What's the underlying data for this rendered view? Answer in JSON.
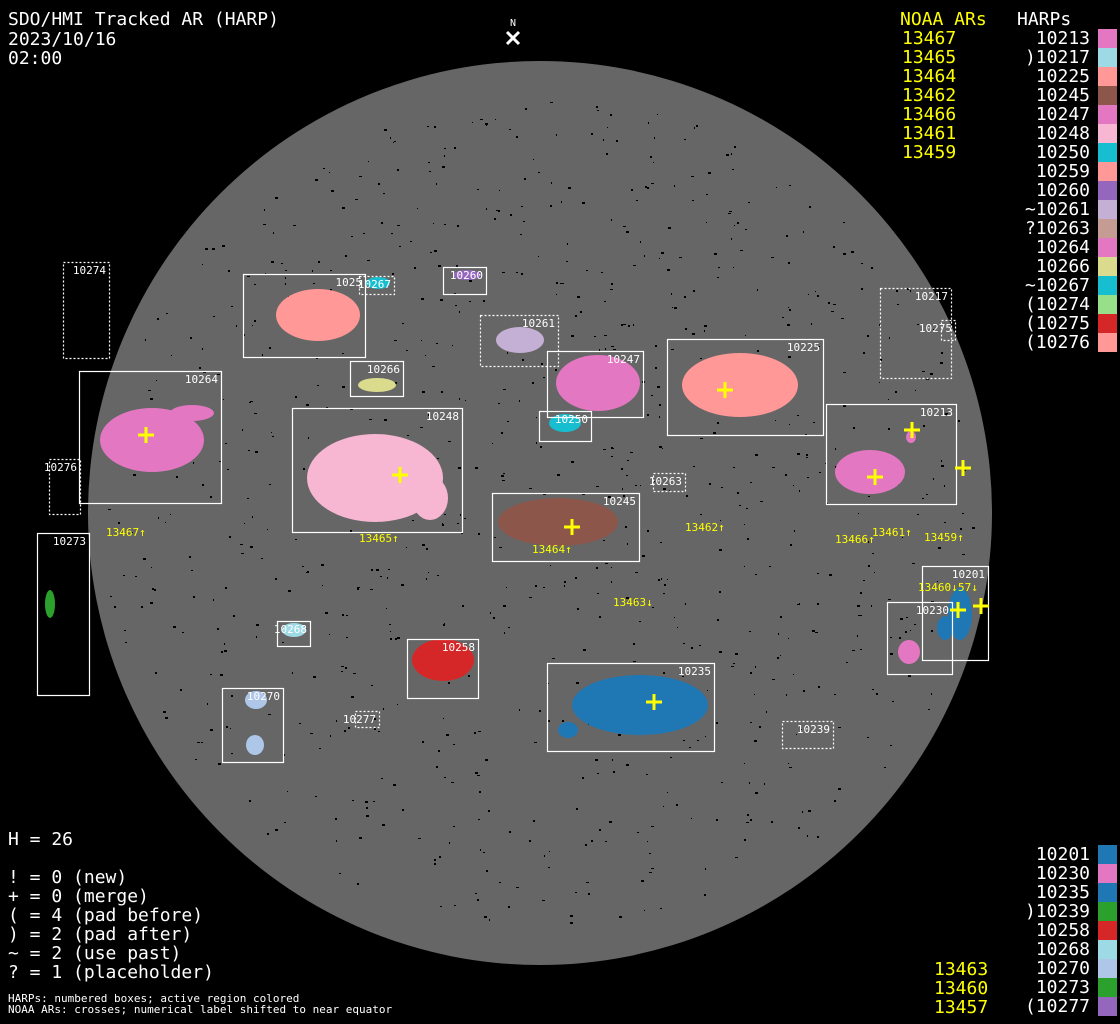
{
  "title": "SDO/HMI Tracked AR (HARP)",
  "date": "2023/10/16",
  "time": "02:00",
  "north_label": "N",
  "noaa_header": "NOAA ARs",
  "harp_header": "HARPs",
  "noaa_top": [
    "13467",
    "13465",
    "13464",
    "13462",
    "13466",
    "13461",
    "13459"
  ],
  "harps_top": [
    {
      "label": "10213",
      "color": "#e377c2"
    },
    {
      "label": ")10217",
      "color": "#9edae5"
    },
    {
      "label": "10225",
      "color": "#ff9896"
    },
    {
      "label": "10245",
      "color": "#8c564b"
    },
    {
      "label": "10247",
      "color": "#e377c2"
    },
    {
      "label": "10248",
      "color": "#f7b6d2"
    },
    {
      "label": "10250",
      "color": "#17becf"
    },
    {
      "label": "10259",
      "color": "#ff9896"
    },
    {
      "label": "10260",
      "color": "#9467bd"
    },
    {
      "label": "~10261",
      "color": "#c5b0d5"
    },
    {
      "label": "?10263",
      "color": "#c49c94"
    },
    {
      "label": "10264",
      "color": "#e377c2"
    },
    {
      "label": "10266",
      "color": "#dbdb8d"
    },
    {
      "label": "~10267",
      "color": "#17becf"
    },
    {
      "label": "(10274",
      "color": "#98df8a"
    },
    {
      "label": "(10275",
      "color": "#d62728"
    },
    {
      "label": "(10276",
      "color": "#ff9896"
    }
  ],
  "noaa_bottom": [
    "13463",
    "13460",
    "13457"
  ],
  "harps_bottom": [
    {
      "label": "10201",
      "color": "#1f77b4"
    },
    {
      "label": "10230",
      "color": "#e377c2"
    },
    {
      "label": "10235",
      "color": "#1f77b4"
    },
    {
      "label": ")10239",
      "color": "#2ca02c"
    },
    {
      "label": "10258",
      "color": "#d62728"
    },
    {
      "label": "10268",
      "color": "#9edae5"
    },
    {
      "label": "10270",
      "color": "#aec7e8"
    },
    {
      "label": "10273",
      "color": "#2ca02c"
    },
    {
      "label": "(10277",
      "color": "#9467bd"
    }
  ],
  "stats": {
    "h": "H = 26",
    "lines": [
      "! = 0 (new)",
      "+ = 0 (merge)",
      "( = 4 (pad before)",
      ") = 2 (pad after)",
      "~ = 2 (use past)",
      "? = 1 (placeholder)"
    ]
  },
  "footer": [
    "HARPs: numbered boxes; active region colored",
    "NOAA ARs: crosses; numerical label shifted to near equator"
  ],
  "box_labels": [
    "10274",
    "1025",
    "10267",
    "10260",
    "10261",
    "10266",
    "10247",
    "10225",
    "10264",
    "10248",
    "10250",
    "10217",
    "10275",
    "10213",
    "10276",
    "10263",
    "10245",
    "10273",
    "10201",
    "10230",
    "10268",
    "10258",
    "10235",
    "10270",
    "10277",
    "10239"
  ],
  "noaa_disk_labels": [
    "13467↑",
    "13465↑",
    "13464↑",
    "13462↑",
    "13466↑",
    "13461↑",
    "13459↑",
    "13460↓",
    "57↓",
    "13463↓"
  ]
}
